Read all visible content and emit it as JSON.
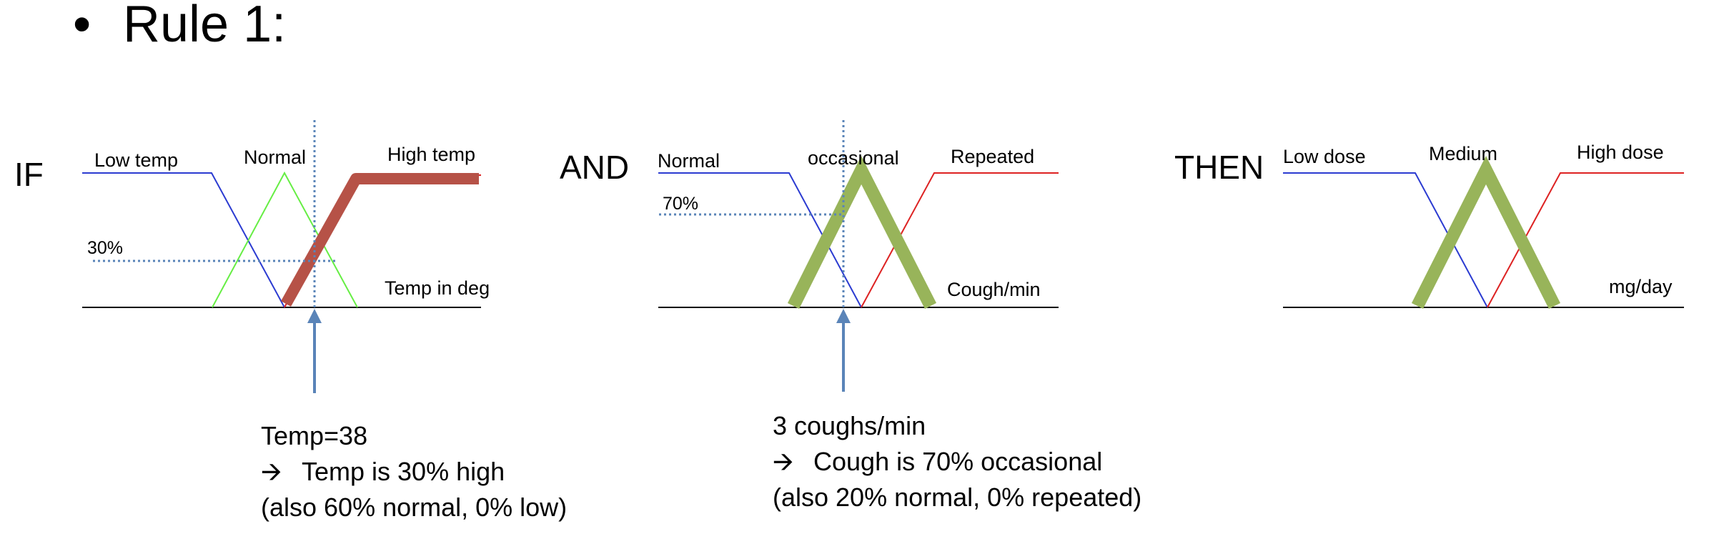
{
  "slide": {
    "bullet": "•",
    "title": "Rule 1:"
  },
  "colors": {
    "low_line": "#2b3bd1",
    "normal_line": "#66ee44",
    "high_line": "#dd2222",
    "activated_high": "#b65247",
    "activated_medium": "#98b45a",
    "marker": "#5a84b8",
    "axis": "#000000"
  },
  "rule": {
    "if_keyword": "IF",
    "and_keyword": "AND",
    "then_keyword": "THEN"
  },
  "temp_chart": {
    "sets": [
      "Low temp",
      "Normal",
      "High temp"
    ],
    "axis_label": "Temp in deg",
    "membership_level": "30%",
    "input": {
      "line1": "Temp=38",
      "arrow": "🡪",
      "line2": "Temp is 30% high",
      "line3": "(also 60% normal, 0% low)"
    },
    "activated_set": "High temp",
    "activation": 0.3
  },
  "cough_chart": {
    "sets": [
      "Normal",
      "occasional",
      "Repeated"
    ],
    "axis_label": "Cough/min",
    "membership_level": "70%",
    "input": {
      "line1": "3 coughs/min",
      "arrow": "🡪",
      "line2": "Cough is 70% occasional",
      "line3": "(also 20% normal, 0% repeated)"
    },
    "activated_set": "occasional",
    "activation": 0.7
  },
  "dose_chart": {
    "sets": [
      "Low dose",
      "Medium",
      "High dose"
    ],
    "axis_label": "mg/day",
    "activated_set": "Medium"
  }
}
